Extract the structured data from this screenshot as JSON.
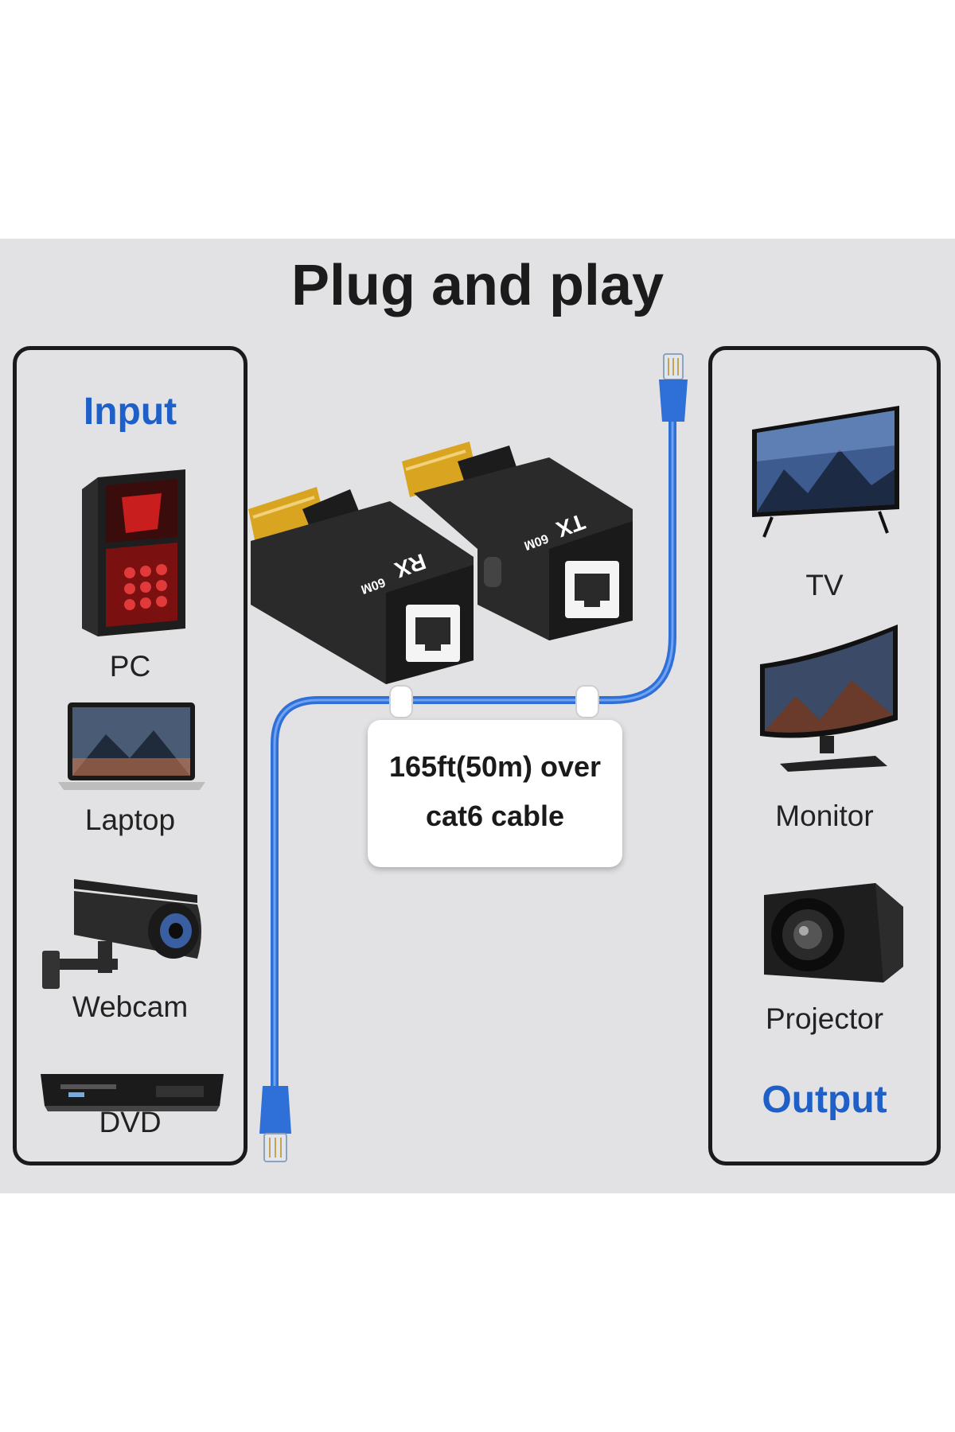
{
  "title": "Plug and play",
  "input": {
    "heading": "Input",
    "devices": [
      {
        "label": "PC",
        "icon": "pc-tower-icon"
      },
      {
        "label": "Laptop",
        "icon": "laptop-icon"
      },
      {
        "label": "Webcam",
        "icon": "security-camera-icon"
      },
      {
        "label": "DVD",
        "icon": "dvd-player-icon"
      }
    ]
  },
  "output": {
    "heading": "Output",
    "devices": [
      {
        "label": "TV",
        "icon": "tv-icon"
      },
      {
        "label": "Monitor",
        "icon": "curved-monitor-icon"
      },
      {
        "label": "Projector",
        "icon": "projector-icon"
      }
    ]
  },
  "cable_note": {
    "line1": "165ft(50m) over",
    "line2": "cat6 cable"
  },
  "adapters": {
    "rx_mark": "RX",
    "tx_mark": "TX",
    "length_mark": "60M"
  },
  "colors": {
    "accent": "#1f5fc8",
    "cable": "#2f6fd8",
    "background": "#e2e2e4"
  }
}
